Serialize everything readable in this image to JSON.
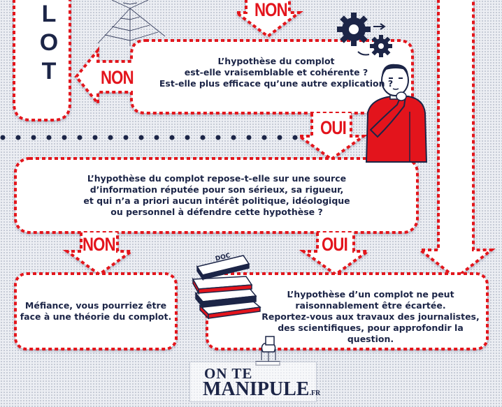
{
  "side_word": [
    "L",
    "O",
    "T"
  ],
  "q1": {
    "lines": "L’hypothèse du complot\nest-elle vraisemblable et cohérente ?\nEst-elle plus efficace qu’une autre explication ?"
  },
  "q2": {
    "lines": "L’hypothèse du complot repose-t-elle sur une source\nd’information réputée pour son sérieux, sa rigueur,\net qui n’a a priori aucun intérêt politique, idéologique\nou personnel à défendre cette hypothèse ?"
  },
  "result_no": {
    "lines": "Méfiance, vous pourriez être\nface à une théorie du complot."
  },
  "result_yes": {
    "lines": "L’hypothèse d’un complot ne peut\nraisonnablement être écartée.\nReportez-vous aux travaux des journalistes,\ndes scientifiques, pour approfondir la question."
  },
  "labels": {
    "non_top": "NON",
    "non_left": "NON",
    "oui_mid": "OUI",
    "non_bottom": "NON",
    "oui_bottom": "OUI"
  },
  "books_label": "DOC",
  "logo": {
    "line1": "ON TE",
    "line2": "MANIPULE",
    "tld": ".FR"
  },
  "colors": {
    "red": "#e3141c",
    "navy": "#1c2547",
    "box": "#ffffff"
  }
}
